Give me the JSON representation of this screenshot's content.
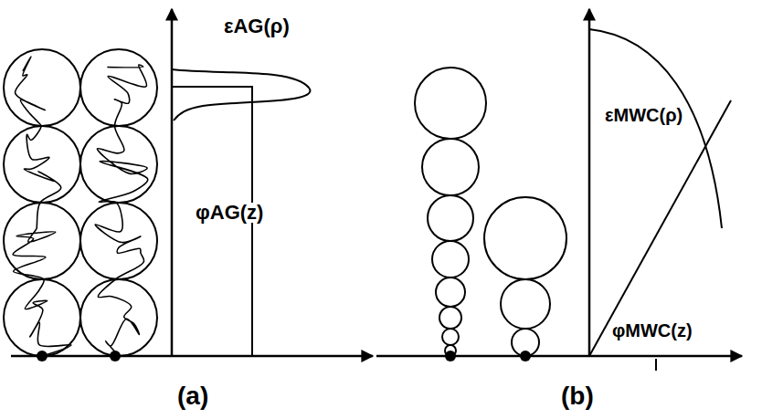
{
  "diagram": {
    "labels": [
      "εAG(ρ)",
      "φAG(z)",
      "(a)",
      "εMWC(ρ)",
      "φMWC(z)",
      "(b)"
    ]
  }
}
